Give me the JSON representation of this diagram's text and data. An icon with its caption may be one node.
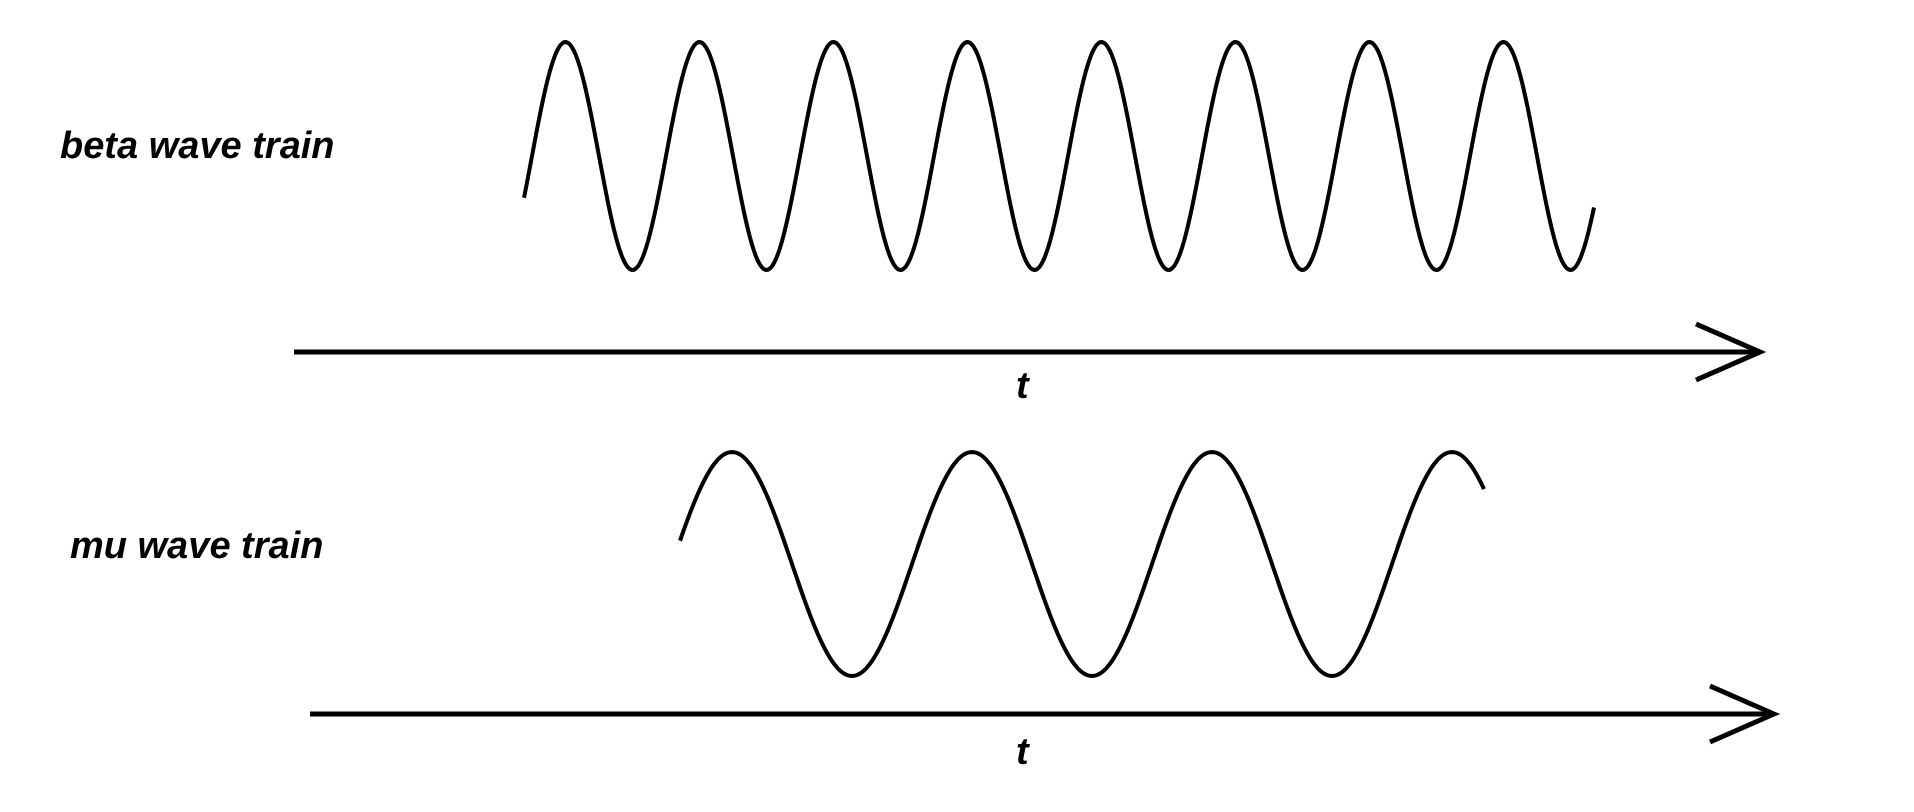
{
  "diagram": {
    "labels": [
      "beta wave train",
      "t",
      "mu wave train",
      "t"
    ]
  }
}
